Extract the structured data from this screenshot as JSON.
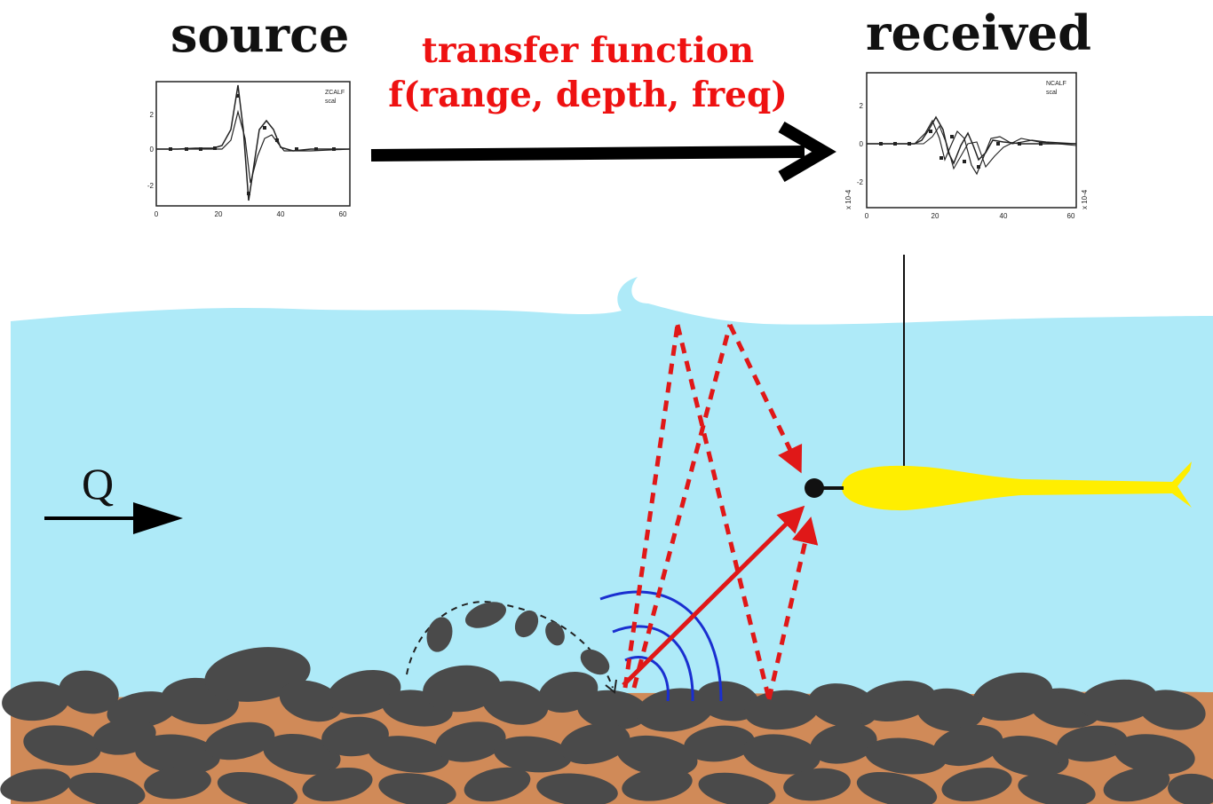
{
  "labels": {
    "source": "source",
    "received": "received",
    "transfer_line1": "transfer function",
    "transfer_line2": "f(range, depth, freq)",
    "flow": "Q"
  },
  "source_plot": {
    "legend_line1": "ZCALF",
    "legend_line2": "scal",
    "x_ticks": [
      "0",
      "20",
      "40",
      "60"
    ],
    "y_ticks": [
      "2",
      "0",
      "-2"
    ]
  },
  "received_plot": {
    "legend_line1": "NCALF",
    "legend_line2": "scal",
    "x_ticks": [
      "0",
      "20",
      "40",
      "60"
    ],
    "y_ticks": [
      "2",
      "0",
      "-2"
    ],
    "y_unit": "x 10-4"
  },
  "colors": {
    "water": "#aeeaf8",
    "sediment": "#d08a58",
    "stone": "#4a4a4a",
    "hydrophone": "#ffee00",
    "acoustic_path": "#e01818",
    "wave_arcs": "#1a2fd0",
    "arrow": "#000000"
  }
}
